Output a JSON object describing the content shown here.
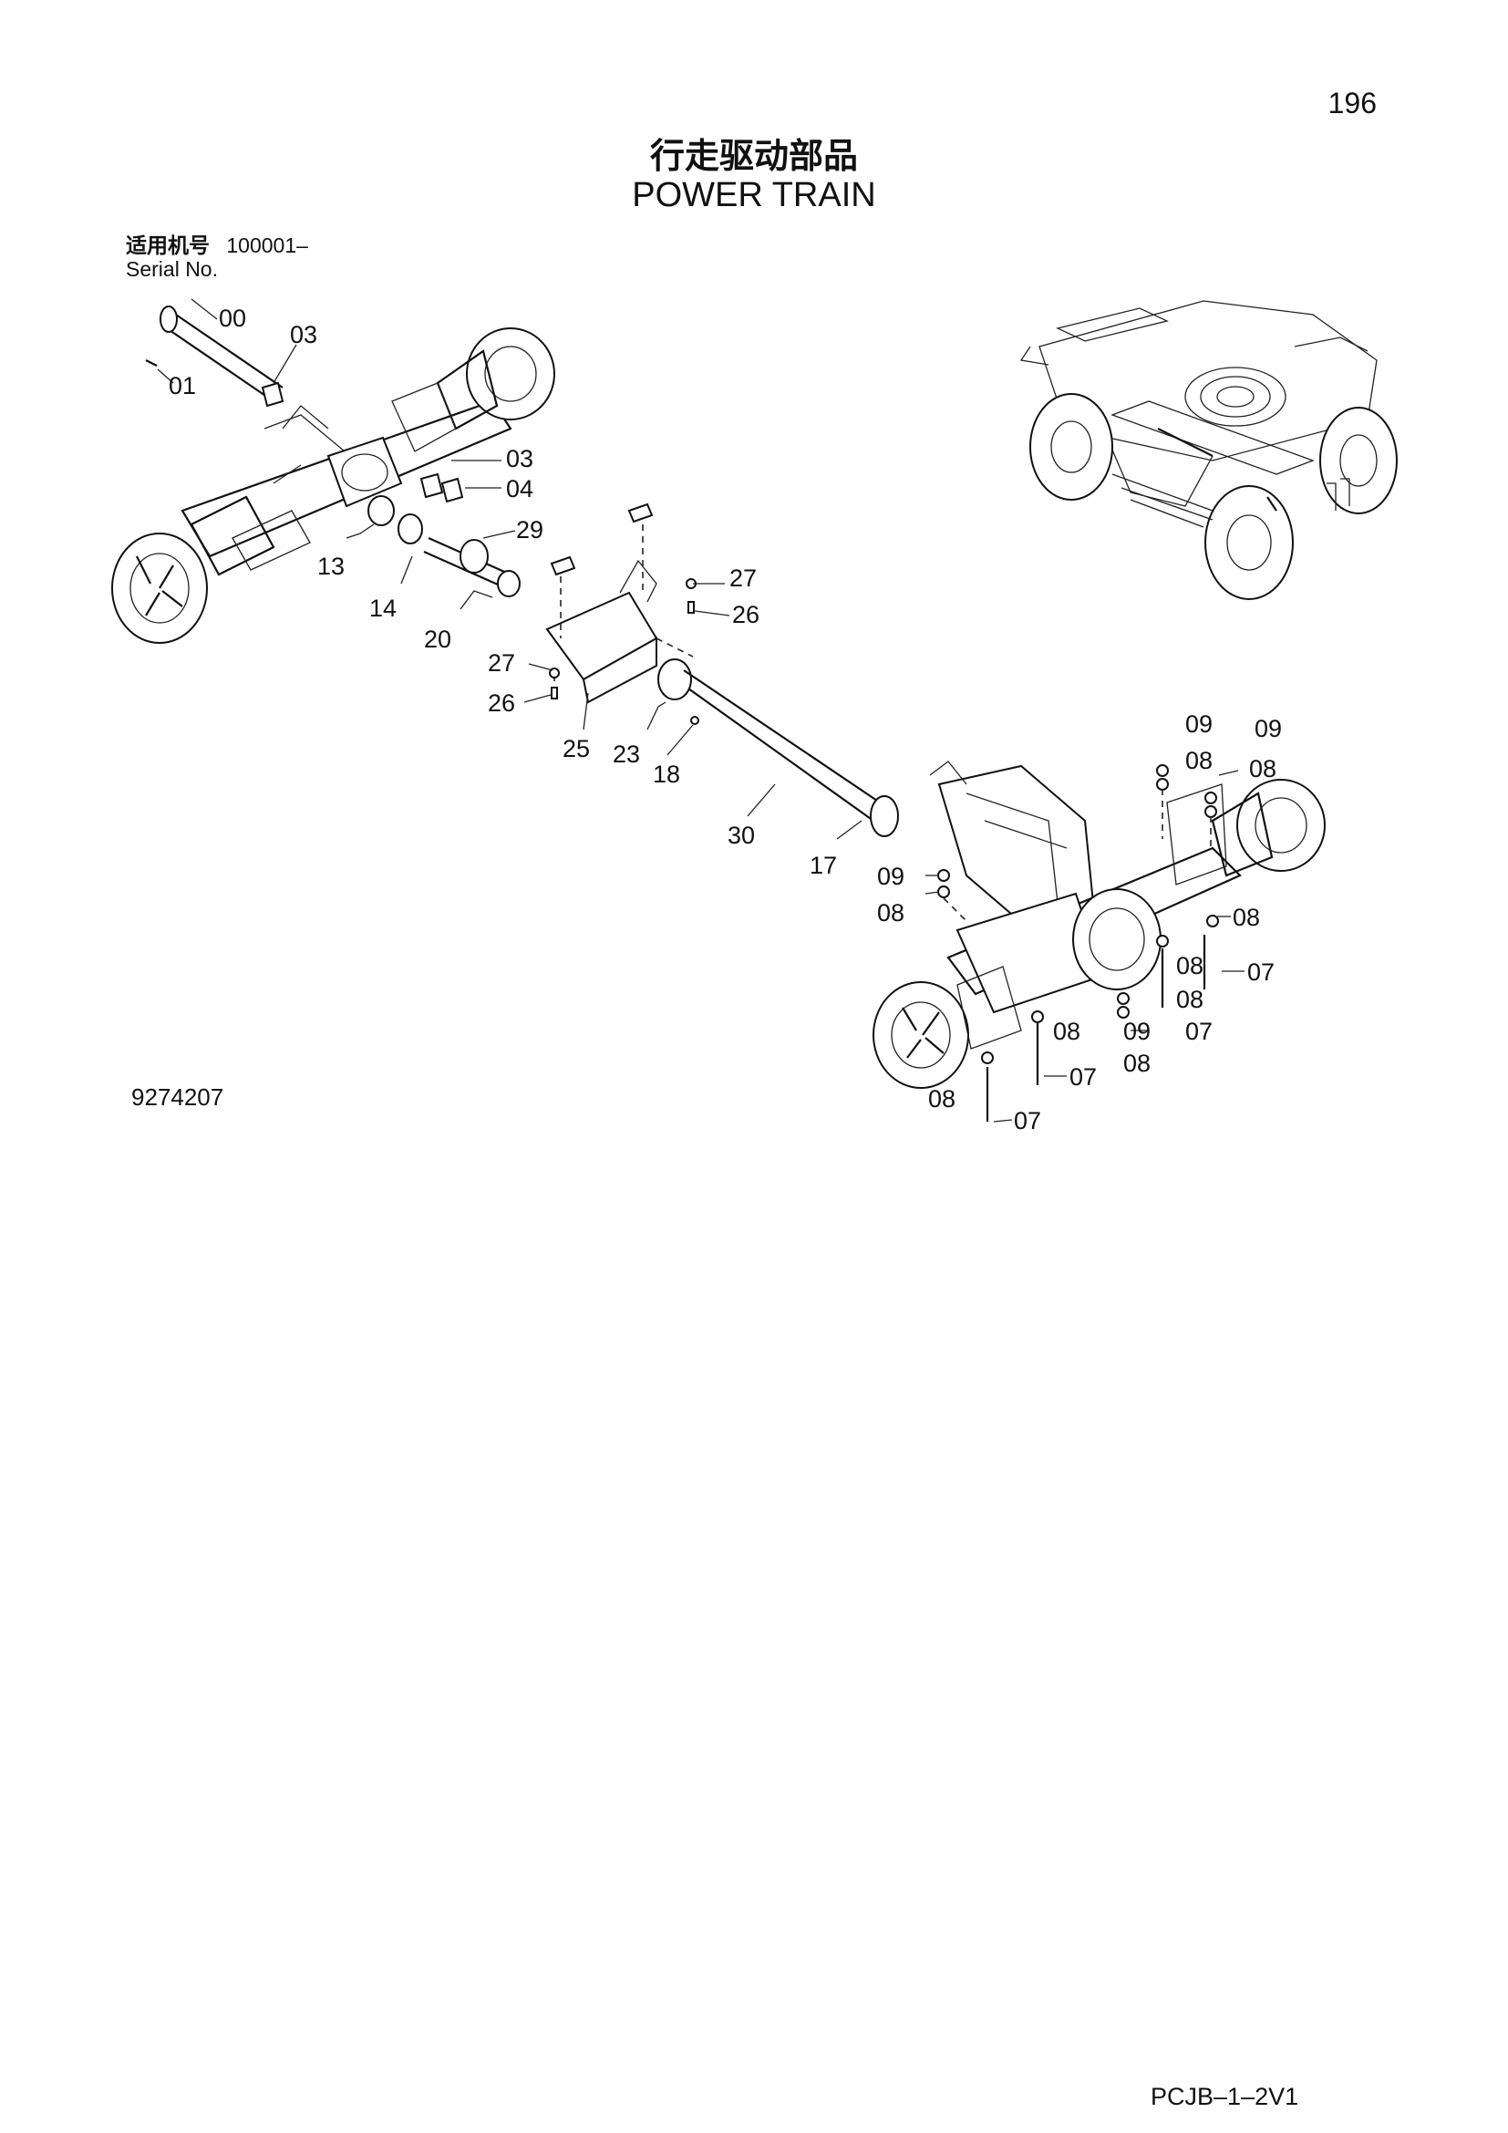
{
  "header": {
    "page_number": "196",
    "title_cn": "行走驱动部品",
    "title_en": "POWER TRAIN"
  },
  "serial": {
    "label_cn": "适用机号",
    "range": "100001–",
    "label_en": "Serial No."
  },
  "diagram": {
    "id": "9274207",
    "callouts": [
      "00",
      "01",
      "03",
      "03",
      "04",
      "29",
      "13",
      "14",
      "20",
      "27",
      "26",
      "27",
      "26",
      "25",
      "23",
      "18",
      "30",
      "17",
      "09",
      "09",
      "08",
      "08",
      "09",
      "08",
      "08",
      "08",
      "07",
      "08",
      "09",
      "07",
      "08",
      "08",
      "07",
      "08",
      "07"
    ]
  },
  "footer": {
    "code": "PCJB–1–2V1"
  }
}
